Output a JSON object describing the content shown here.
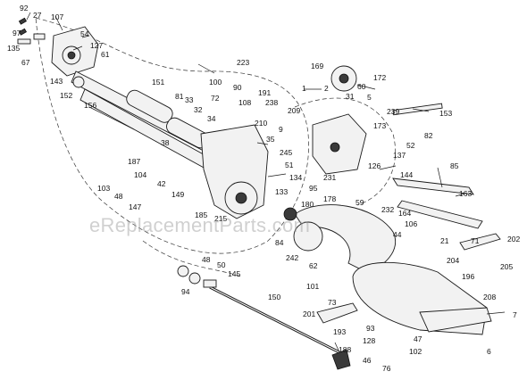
{
  "diagram": {
    "watermark": "eReplacementParts.com",
    "callouts": [
      "92",
      "27",
      "107",
      "97",
      "54",
      "135",
      "127",
      "67",
      "61",
      "143",
      "152",
      "151",
      "156",
      "223",
      "169",
      "1",
      "2",
      "172",
      "60",
      "5",
      "31",
      "153",
      "239",
      "173",
      "82",
      "52",
      "137",
      "100",
      "90",
      "191",
      "72",
      "108",
      "238",
      "209",
      "81",
      "33",
      "32",
      "34",
      "210",
      "9",
      "35",
      "38",
      "245",
      "51",
      "126",
      "144",
      "85",
      "187",
      "104",
      "42",
      "103",
      "48",
      "149",
      "147",
      "134",
      "231",
      "95",
      "133",
      "163",
      "185",
      "215",
      "180",
      "178",
      "59",
      "232",
      "164",
      "106",
      "44",
      "21",
      "71",
      "202",
      "84",
      "242",
      "62",
      "48",
      "50",
      "145",
      "94",
      "101",
      "73",
      "205",
      "196",
      "204",
      "208",
      "150",
      "201",
      "193",
      "7",
      "93",
      "128",
      "47",
      "102",
      "6",
      "188",
      "46",
      "76"
    ]
  }
}
